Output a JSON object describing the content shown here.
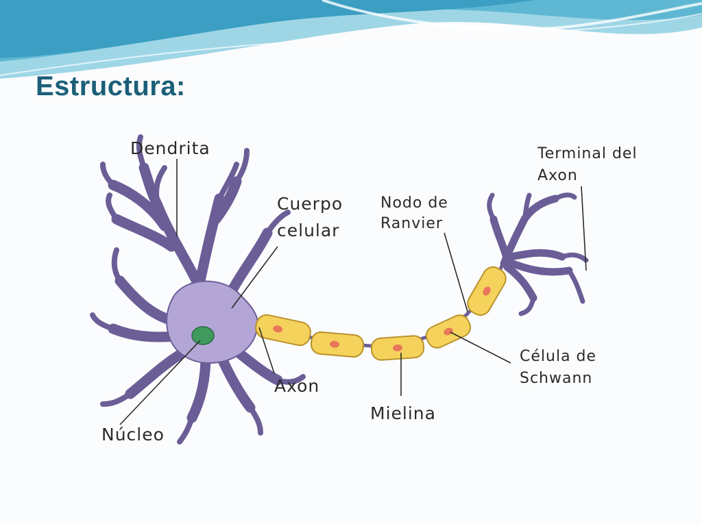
{
  "slide": {
    "title": "Estructura:"
  },
  "diagram": {
    "labels": {
      "dendrita": "Dendrita",
      "cuerpo_line1": "Cuerpo",
      "cuerpo_line2": "celular",
      "nodo_line1": "Nodo de",
      "nodo_line2": "Ranvier",
      "terminal_line1": "Terminal del",
      "terminal_line2": "Axon",
      "nucleo": "Núcleo",
      "axon": "Axon",
      "mielina": "Mielina",
      "schwann_line1": "Célula de",
      "schwann_line2": "Schwann"
    },
    "colors": {
      "cell_body": "#b3a6d6",
      "cell_outline": "#6b5e97",
      "nucleus": "#3f9a5e",
      "myelin": "#f5d25b",
      "myelin_outline": "#b8922b",
      "schwann_nucleus": "#e8775a",
      "title": "#1c5f78"
    }
  }
}
